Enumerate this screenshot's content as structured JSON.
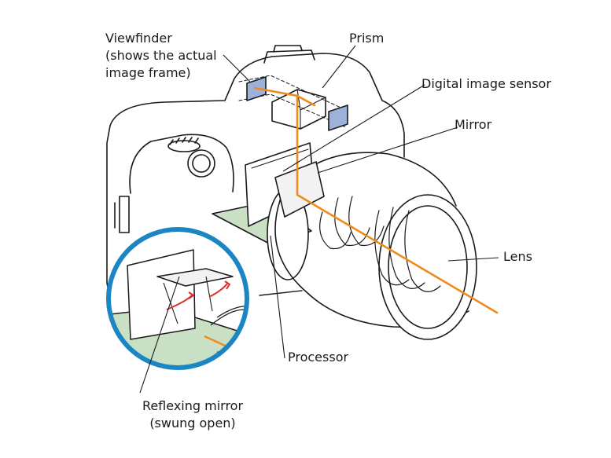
{
  "labels": {
    "viewfinder": [
      "Viewfinder",
      "(shows the actual",
      "image frame)"
    ],
    "prism": "Prism",
    "digital_image_sensor": "Digital image sensor",
    "mirror": "Mirror",
    "lens": "Lens",
    "processor": "Processor",
    "reflexing_mirror": [
      "Reflexing mirror",
      "(swung open)"
    ]
  },
  "colors": {
    "light_path": "#ef8a1e",
    "inset_ring": "#1b86c3",
    "circuit_board": "#c9e0c4",
    "viewfinder_glass": "#9db1db",
    "swing_arrow": "#d9302a",
    "outline": "#1a1a1a"
  }
}
